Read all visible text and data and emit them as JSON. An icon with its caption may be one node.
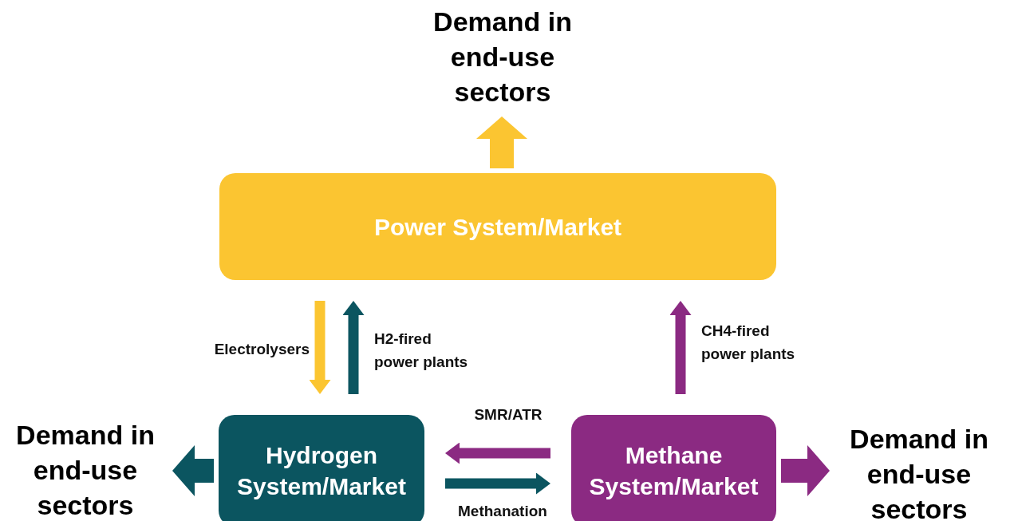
{
  "diagram": {
    "nodes": [
      {
        "text": [
          "Demand in end-use sectors"
        ]
      },
      {
        "text": [
          "Power System/Market"
        ]
      },
      {
        "text": [
          "Hydrogen System/Market"
        ]
      },
      {
        "text": [
          "Methane System/Market"
        ]
      },
      {
        "text": [
          "Demand in end-use sectors"
        ]
      },
      {
        "text": [
          "Demand in end-use sectors"
        ]
      }
    ],
    "edges": [
      {
        "from": 1,
        "to": 0,
        "arrow": "to",
        "style": "thick",
        "color": "#fbc531"
      },
      {
        "from": 1,
        "to": 2,
        "arrow": "to",
        "label": "Electrolysers",
        "color": "#fbc531"
      },
      {
        "from": 2,
        "to": 1,
        "arrow": "to",
        "label": "H2-fired power plants",
        "color": "#0b5560"
      },
      {
        "from": 3,
        "to": 1,
        "arrow": "to",
        "label": "CH4-fired power plants",
        "color": "#8b2a82"
      },
      {
        "from": 3,
        "to": 2,
        "arrow": "to",
        "label": "SMR/ATR",
        "color": "#8b2a82"
      },
      {
        "from": 2,
        "to": 3,
        "arrow": "to",
        "label": "Methanation",
        "color": "#0b5560"
      },
      {
        "from": 2,
        "to": 4,
        "arrow": "to",
        "style": "thick",
        "color": "#0b5560"
      },
      {
        "from": 3,
        "to": 5,
        "arrow": "to",
        "style": "thick",
        "color": "#8b2a82"
      }
    ]
  }
}
